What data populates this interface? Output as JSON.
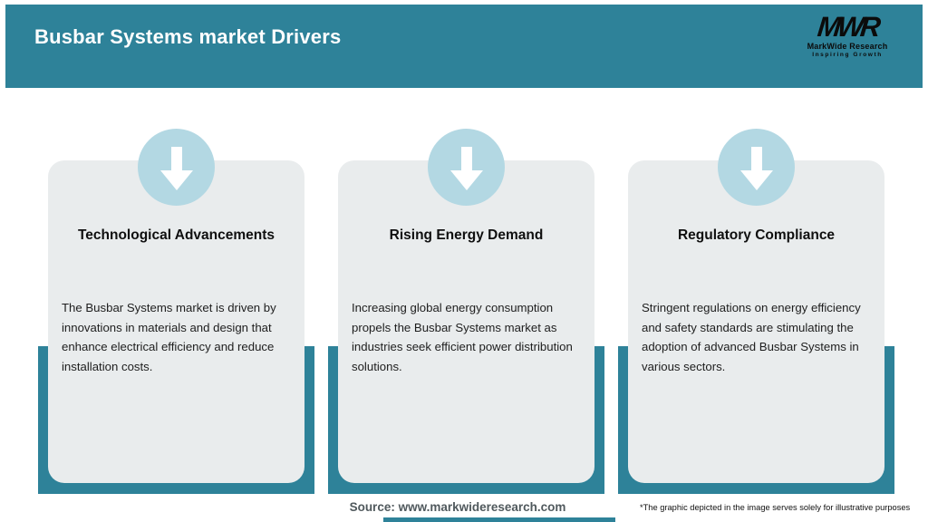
{
  "header": {
    "title": "Busbar Systems market Drivers"
  },
  "logo": {
    "mark": "MWR",
    "name": "MarkWide Research",
    "tagline": "Inspiring Growth"
  },
  "cards": [
    {
      "icon": "down-arrow-icon",
      "title": "Technological Advancements",
      "body": "The Busbar Systems market is driven by innovations in materials and design that enhance electrical efficiency and reduce installation costs."
    },
    {
      "icon": "down-arrow-icon",
      "title": "Rising Energy Demand",
      "body": "Increasing global energy consumption propels the Busbar Systems market as industries seek efficient power distribution solutions."
    },
    {
      "icon": "down-arrow-icon",
      "title": "Regulatory Compliance",
      "body": "Stringent regulations on energy efficiency and safety standards are stimulating the adoption of advanced Busbar Systems in various sectors."
    }
  ],
  "footer": {
    "source": "Source: www.markwideresearch.com",
    "disclaimer": "*The graphic depicted in the image serves solely for illustrative purposes"
  },
  "colors": {
    "teal": "#2e8299",
    "card_bg": "#e9eced",
    "circle_blue": "#b3d8e3",
    "title_text": "#0f0f0f",
    "body_text": "#1e1e1e",
    "source_text": "#50595d"
  }
}
